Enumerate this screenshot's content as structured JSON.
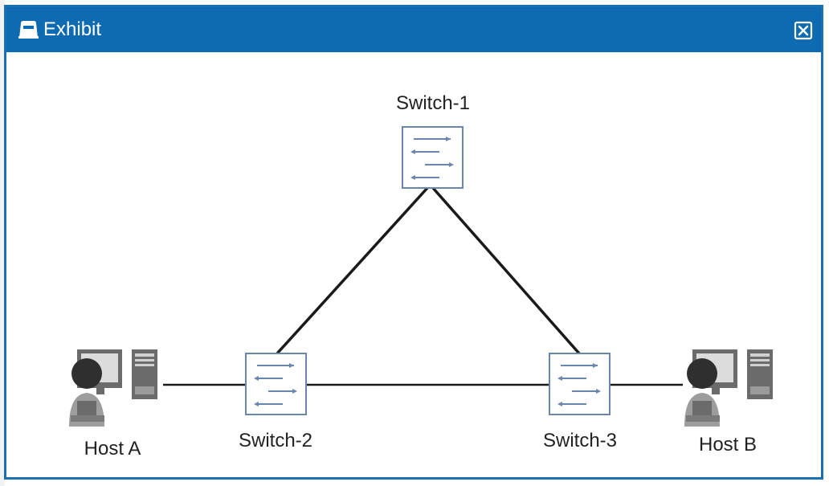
{
  "window": {
    "title": "Exhibit",
    "title_icon": "exhibit-icon",
    "close_icon": "close-icon",
    "titlebar_color": "#0f6bb1"
  },
  "diagram": {
    "nodes": [
      {
        "id": "switch-1",
        "label": "Switch-1",
        "kind": "switch"
      },
      {
        "id": "switch-2",
        "label": "Switch-2",
        "kind": "switch"
      },
      {
        "id": "switch-3",
        "label": "Switch-3",
        "kind": "switch"
      },
      {
        "id": "host-a",
        "label": "Host A",
        "kind": "host"
      },
      {
        "id": "host-b",
        "label": "Host B",
        "kind": "host"
      }
    ],
    "links": [
      [
        "switch-1",
        "switch-2"
      ],
      [
        "switch-1",
        "switch-3"
      ],
      [
        "switch-2",
        "switch-3"
      ],
      [
        "host-a",
        "switch-2"
      ],
      [
        "switch-3",
        "host-b"
      ]
    ]
  }
}
